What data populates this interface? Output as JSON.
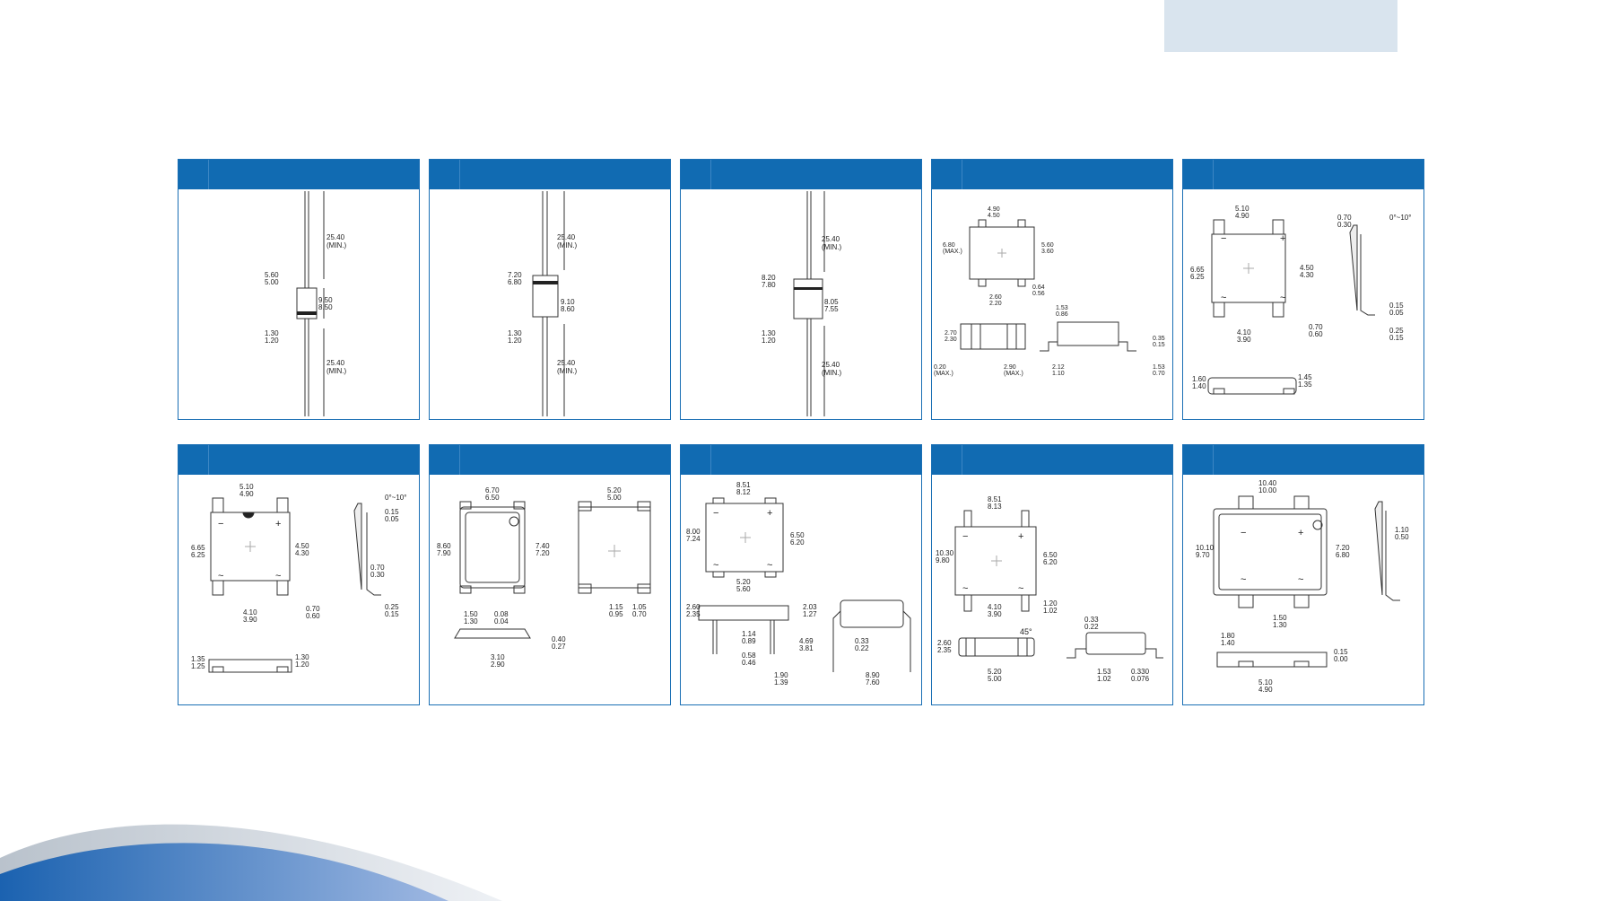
{
  "slide": {
    "accent_color": "#116bb2",
    "header_box_color": "#d9e4ee"
  },
  "panels": [
    {
      "id": "p1",
      "title": "",
      "dims": {
        "top_lead": [
          "25.40",
          "(MIN.)"
        ],
        "width": [
          "5.60",
          "5.00"
        ],
        "body": [
          "9.50",
          "8.50"
        ],
        "lead": [
          "1.30",
          "1.20"
        ],
        "bottom_lead": [
          "25.40",
          "(MIN.)"
        ]
      }
    },
    {
      "id": "p2",
      "title": "",
      "dims": {
        "top_lead": [
          "25.40",
          "(MIN.)"
        ],
        "width": [
          "7.20",
          "6.80"
        ],
        "body": [
          "9.10",
          "8.60"
        ],
        "lead": [
          "1.30",
          "1.20"
        ],
        "bottom_lead": [
          "25.40",
          "(MIN.)"
        ]
      }
    },
    {
      "id": "p3",
      "title": "",
      "dims": {
        "top_lead": [
          "25.40",
          "(MIN.)"
        ],
        "width": [
          "8.20",
          "7.80"
        ],
        "body": [
          "8.05",
          "7.55"
        ],
        "lead": [
          "1.30",
          "1.20"
        ],
        "bottom_lead": [
          "25.40",
          "(MIN.)"
        ]
      }
    },
    {
      "id": "p4",
      "title": "",
      "dims": {
        "a": [
          "4.90",
          "4.50"
        ],
        "b": [
          "6.80",
          "(MAX.)"
        ],
        "c": [
          "5.60",
          "3.60"
        ],
        "d": [
          "2.60",
          "2.20"
        ],
        "e": [
          "0.64",
          "0.56"
        ],
        "f": [
          "2.70",
          "2.30"
        ],
        "g": [
          "0.20",
          "(MAX.)"
        ],
        "h": [
          "2.90",
          "(MAX.)"
        ],
        "i": [
          "1.53",
          "0.86"
        ],
        "j": [
          "2.12",
          "1.10"
        ],
        "k": [
          "0.35",
          "0.15"
        ],
        "l": [
          "1.53",
          "0.70"
        ]
      }
    },
    {
      "id": "p5",
      "title": "",
      "dims": {
        "a": [
          "5.10",
          "4.90"
        ],
        "b": [
          "6.65",
          "6.25"
        ],
        "c": [
          "4.50",
          "4.30"
        ],
        "d": [
          "4.10",
          "3.90"
        ],
        "e": [
          "0.70",
          "0.60"
        ],
        "f": [
          "0.70",
          "0.30"
        ],
        "angle": "0°~10°",
        "g": [
          "0.15",
          "0.05"
        ],
        "h": [
          "0.25",
          "0.15"
        ],
        "i": [
          "1.60",
          "1.40"
        ],
        "j": [
          "1.45",
          "1.35"
        ]
      }
    },
    {
      "id": "p6",
      "title": "",
      "dims": {
        "a": [
          "5.10",
          "4.90"
        ],
        "b": [
          "6.65",
          "6.25"
        ],
        "c": [
          "4.50",
          "4.30"
        ],
        "d": [
          "4.10",
          "3.90"
        ],
        "e": [
          "0.70",
          "0.60"
        ],
        "angle": "0°~10°",
        "f": [
          "0.15",
          "0.05"
        ],
        "g": [
          "0.70",
          "0.30"
        ],
        "h": [
          "0.25",
          "0.15"
        ],
        "i": [
          "1.35",
          "1.25"
        ],
        "j": [
          "1.30",
          "1.20"
        ]
      }
    },
    {
      "id": "p7",
      "title": "",
      "dims": {
        "a": [
          "6.70",
          "6.50"
        ],
        "b": [
          "8.60",
          "7.90"
        ],
        "c": [
          "7.40",
          "7.20"
        ],
        "d": [
          "5.20",
          "5.00"
        ],
        "e": [
          "1.15",
          "0.95"
        ],
        "f": [
          "1.05",
          "0.70"
        ],
        "g": [
          "1.50",
          "1.30"
        ],
        "h": [
          "0.08",
          "0.04"
        ],
        "i": [
          "0.40",
          "0.27"
        ],
        "j": [
          "3.10",
          "2.90"
        ]
      }
    },
    {
      "id": "p8",
      "title": "",
      "dims": {
        "a": [
          "8.51",
          "8.12"
        ],
        "b": [
          "8.00",
          "7.24"
        ],
        "c": [
          "6.50",
          "6.20"
        ],
        "d": [
          "5.20",
          "5.60"
        ],
        "e": [
          "2.60",
          "2.35"
        ],
        "f": [
          "2.03",
          "1.27"
        ],
        "g": [
          "1.14",
          "0.89"
        ],
        "h": [
          "0.58",
          "0.46"
        ],
        "i": [
          "4.69",
          "3.81"
        ],
        "j": [
          "1.90",
          "1.39"
        ],
        "k": [
          "0.33",
          "0.22"
        ],
        "l": [
          "8.90",
          "7.60"
        ]
      }
    },
    {
      "id": "p9",
      "title": "",
      "dims": {
        "a": [
          "8.51",
          "8.13"
        ],
        "b": [
          "10.30",
          "9.80"
        ],
        "c": [
          "6.50",
          "6.20"
        ],
        "d": [
          "4.10",
          "3.90"
        ],
        "e": [
          "1.20",
          "1.02"
        ],
        "angle": "45°",
        "f": [
          "2.60",
          "2.35"
        ],
        "g": [
          "5.20",
          "5.00"
        ],
        "h": [
          "0.33",
          "0.22"
        ],
        "i": [
          "1.53",
          "1.02"
        ],
        "j": [
          "0.330",
          "0.076"
        ]
      }
    },
    {
      "id": "p10",
      "title": "",
      "dims": {
        "a": [
          "10.40",
          "10.00"
        ],
        "b": [
          "10.10",
          "9.70"
        ],
        "c": [
          "7.20",
          "6.80"
        ],
        "d": [
          "1.50",
          "1.30"
        ],
        "e": [
          "1.10",
          "0.50"
        ],
        "f": [
          "1.80",
          "1.40"
        ],
        "g": [
          "0.15",
          "0.00"
        ],
        "h": [
          "5.10",
          "4.90"
        ]
      }
    }
  ]
}
